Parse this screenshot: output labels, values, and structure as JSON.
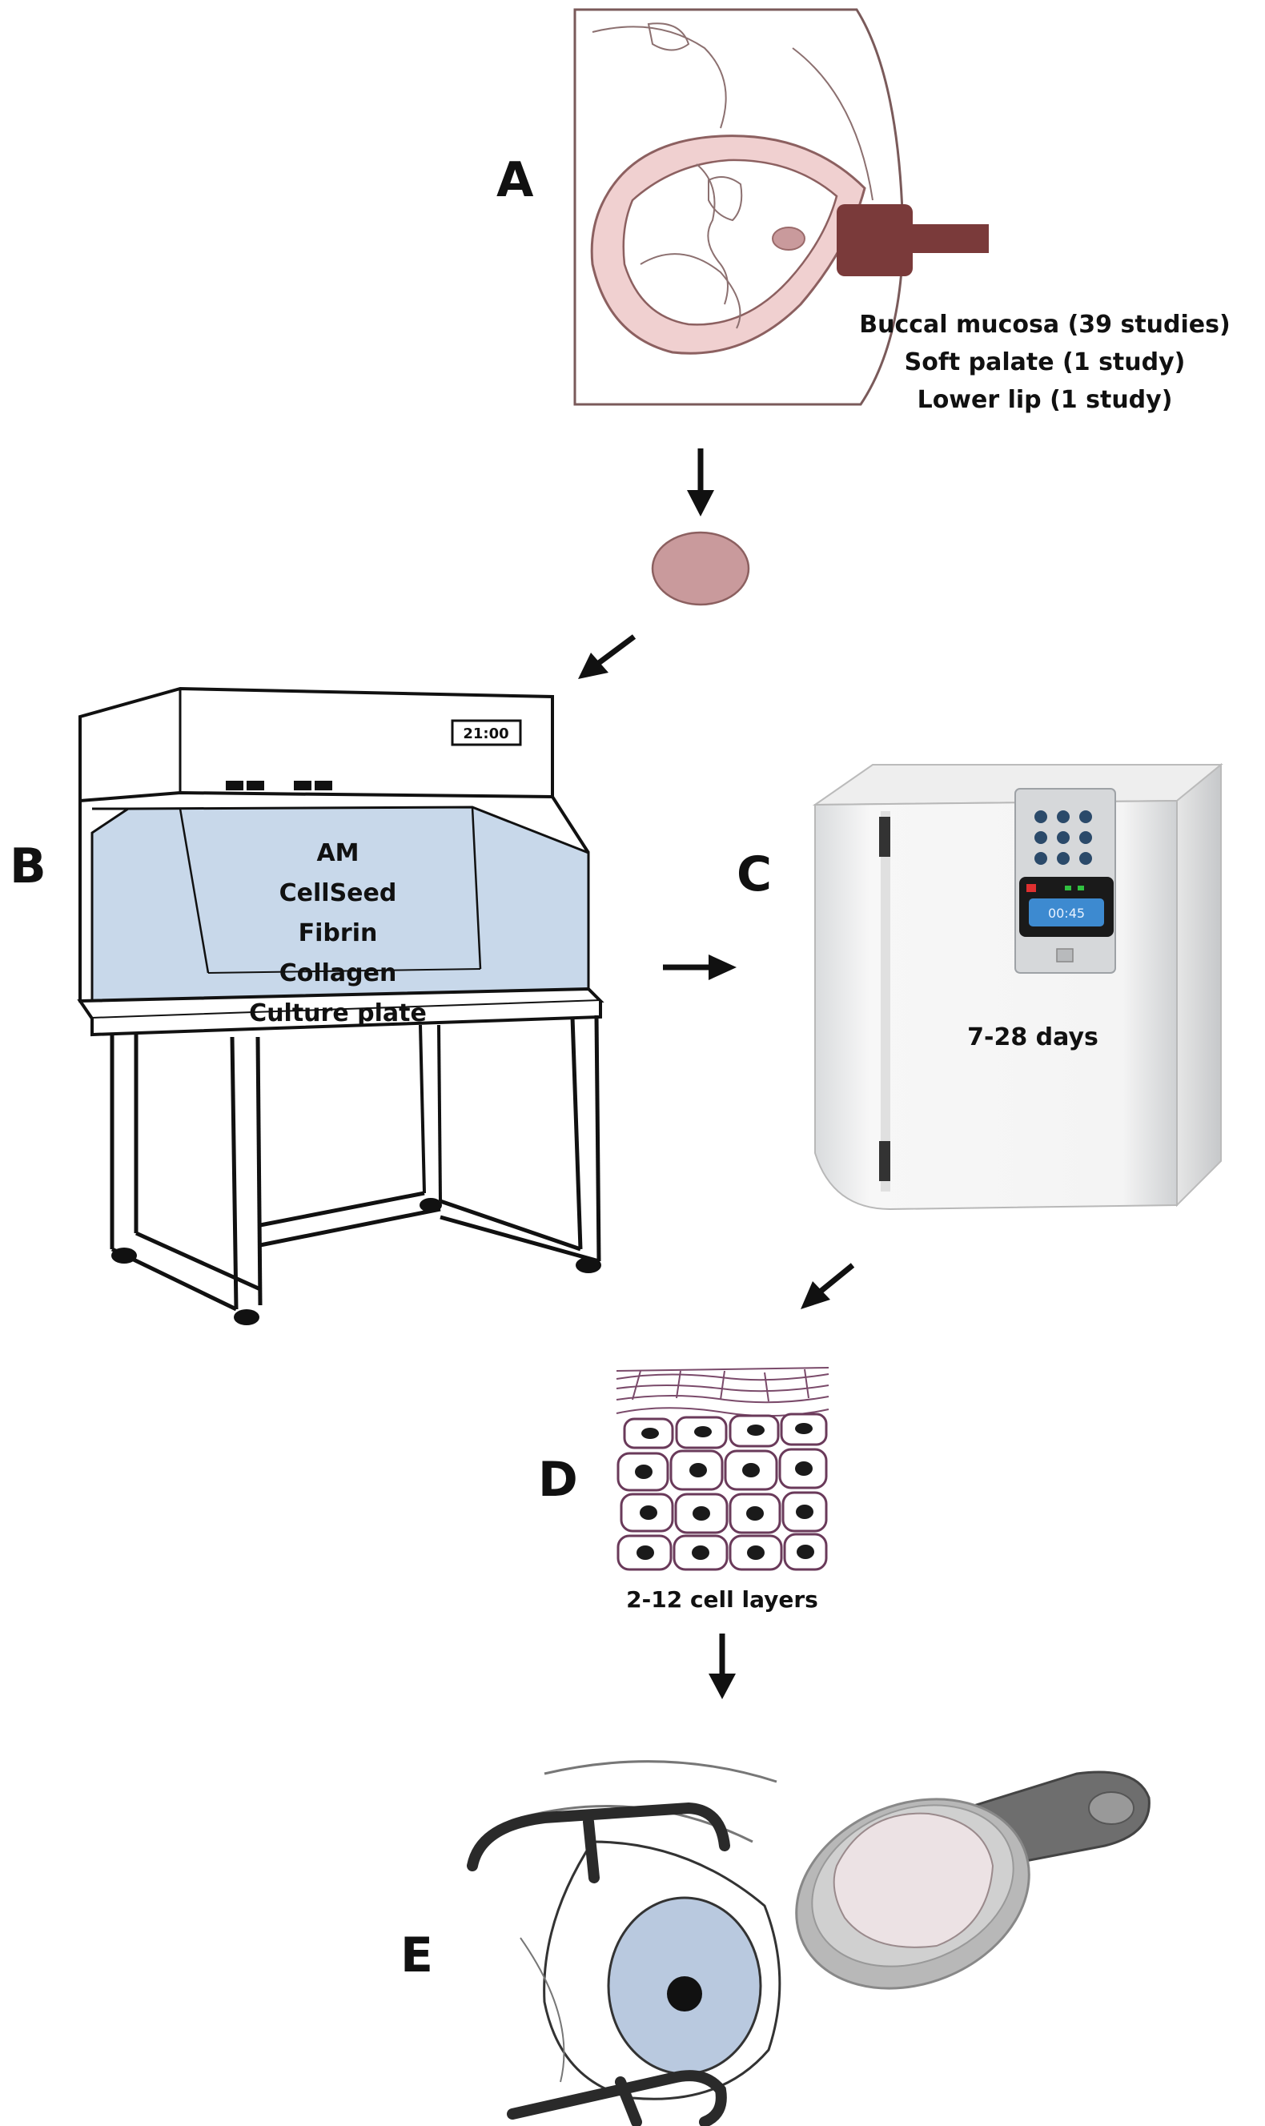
{
  "steps": {
    "a": "A",
    "b": "B",
    "c": "C",
    "d": "D",
    "e": "E"
  },
  "harvest_sites": [
    "Buccal mucosa (39 studies)",
    "Soft palate (1 study)",
    "Lower lip (1 study)"
  ],
  "carriers": [
    "AM",
    "CellSeed",
    "Fibrin",
    "Collagen",
    "Culture plate"
  ],
  "incubation": "7-28 days",
  "cell_layers": "2-12 cell layers",
  "hood_timer": "21:00",
  "incubator_timer": "00:45",
  "colors": {
    "tissue": "#c99a9c",
    "punch": "#7a3a3a",
    "hood_glass": "#c8d8ea",
    "iris": "#b9c9df"
  }
}
